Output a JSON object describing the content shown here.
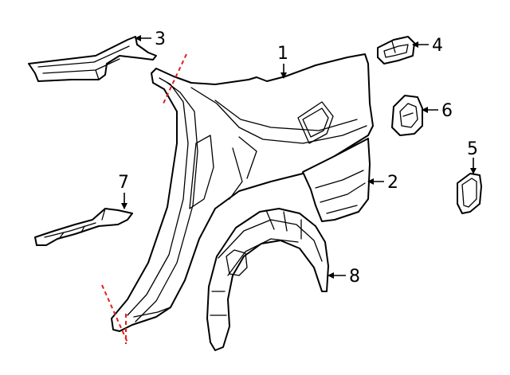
{
  "diagram": {
    "cut_line_color": "#e0201a",
    "callouts": [
      {
        "id": "c1",
        "label": "1"
      },
      {
        "id": "c2",
        "label": "2"
      },
      {
        "id": "c3",
        "label": "3"
      },
      {
        "id": "c4",
        "label": "4"
      },
      {
        "id": "c5",
        "label": "5"
      },
      {
        "id": "c6",
        "label": "6"
      },
      {
        "id": "c7",
        "label": "7"
      },
      {
        "id": "c8",
        "label": "8"
      }
    ]
  }
}
